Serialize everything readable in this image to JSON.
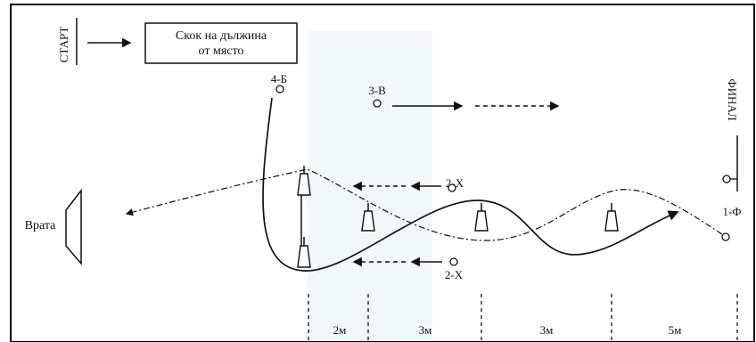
{
  "diagram": {
    "start_label": "СТАРТ",
    "task_box": {
      "line1": "Скок на дължина",
      "line2": "от място"
    },
    "goal_label": "Врата",
    "finish_label": "ФИНАЛ",
    "markers": {
      "m4b": "4-Б",
      "m3v": "3-В",
      "m2x_top": "2-Х",
      "m2x_bottom": "2-Х",
      "m1f": "1-Ф"
    },
    "distances": [
      "2м",
      "3м",
      "3м",
      "5м"
    ],
    "colors": {
      "line": "#111111",
      "field_tint": "#f2f7f9",
      "frame": "#000000"
    }
  }
}
